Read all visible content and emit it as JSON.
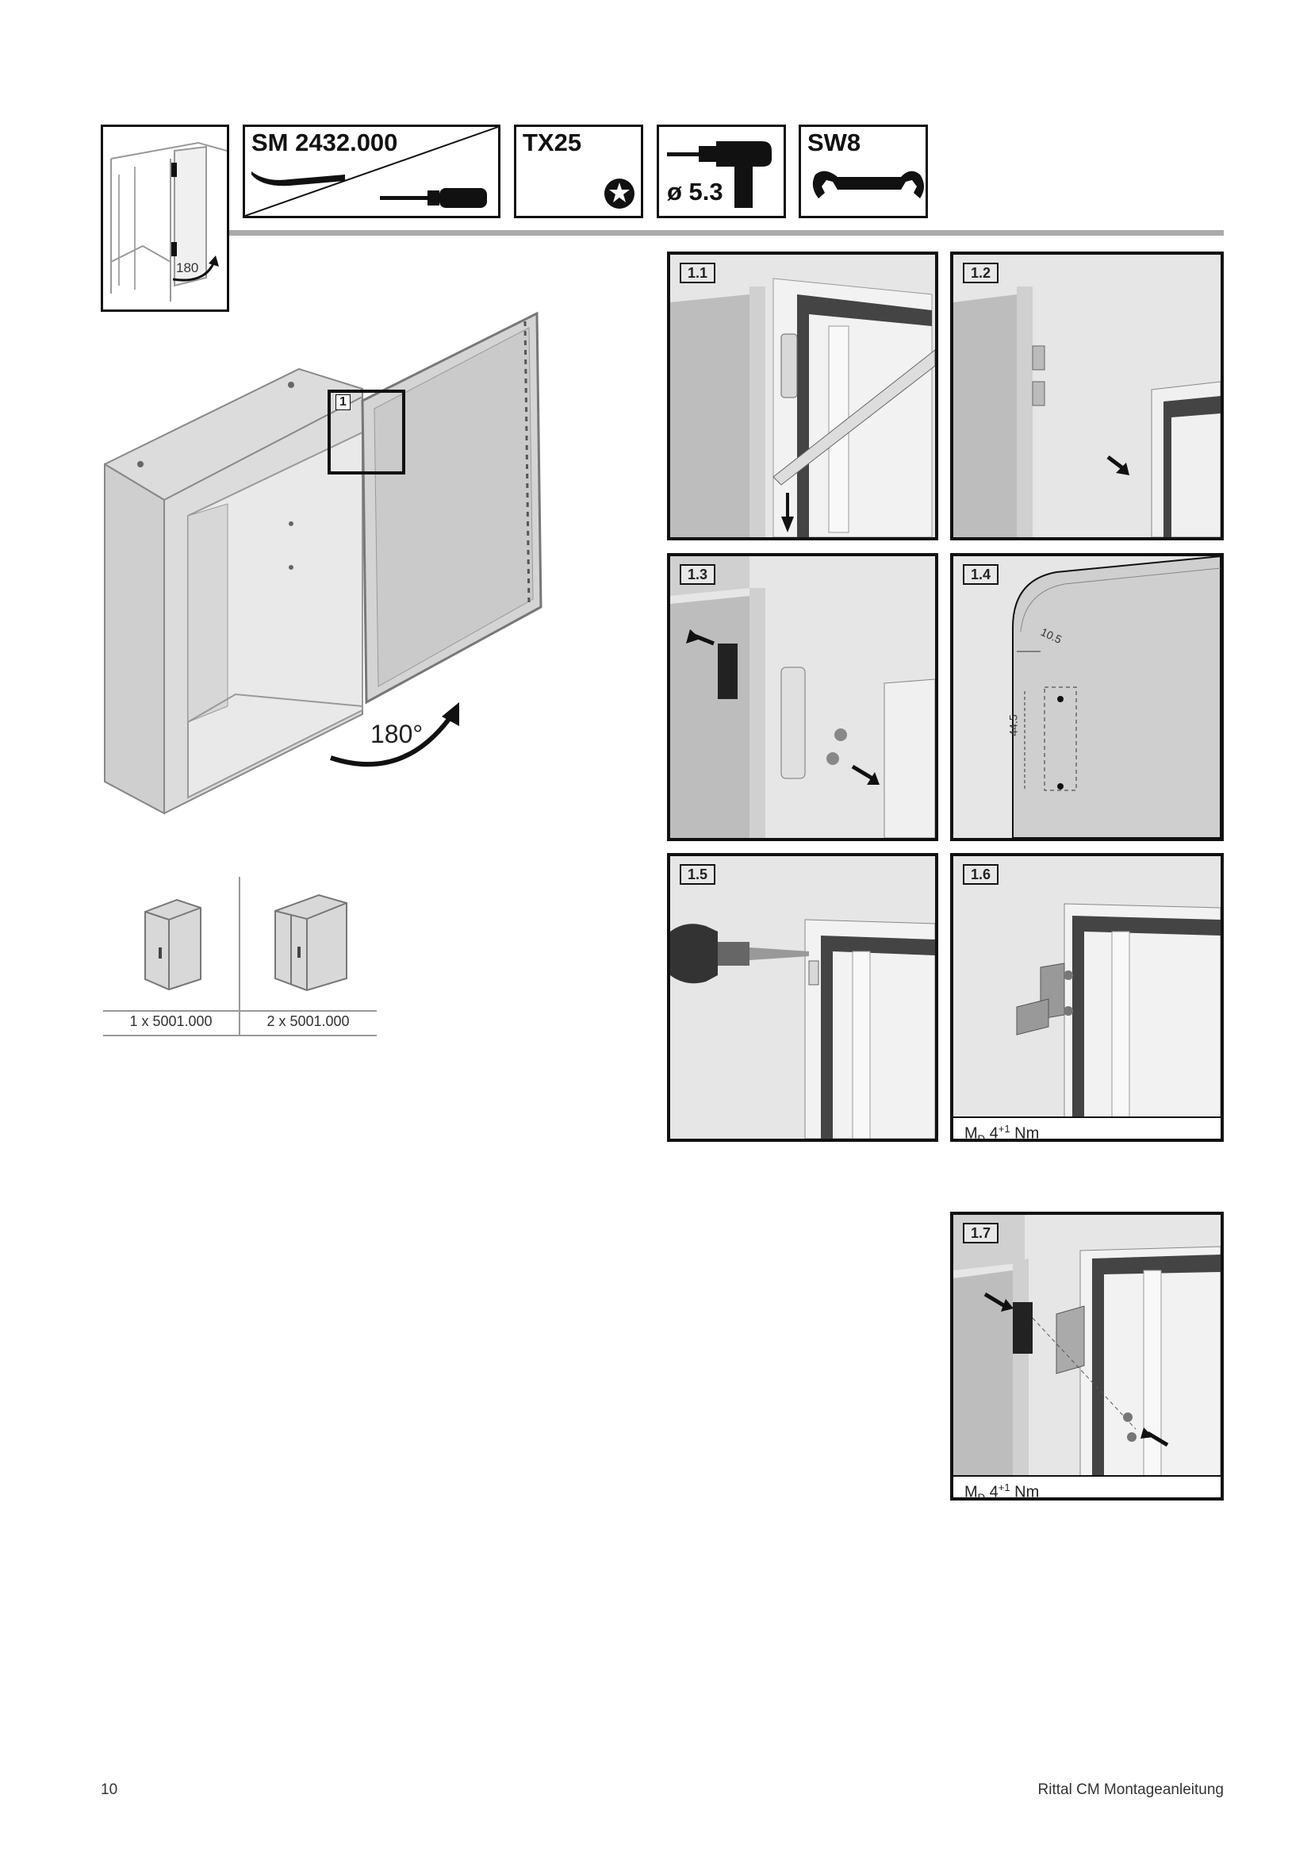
{
  "tools": {
    "torx": "TX25",
    "drill_diameter": "ø 5.3",
    "wrench": "SW8",
    "part_number": "SM 2432.000"
  },
  "overview": {
    "rotation_small": "180",
    "callout": "1",
    "rotation_large": "180°"
  },
  "steps": [
    {
      "label": "1.1"
    },
    {
      "label": "1.2"
    },
    {
      "label": "1.3"
    },
    {
      "label": "1.4",
      "dim_top": "10.5",
      "dim_height": "44.5"
    },
    {
      "label": "1.5"
    },
    {
      "label": "1.6",
      "torque_symbol": "M",
      "torque_sub": "D",
      "torque_value": "4",
      "torque_sup": "+1",
      "torque_unit": "Nm"
    },
    {
      "label": "1.7",
      "torque_symbol": "M",
      "torque_sub": "D",
      "torque_value": "4",
      "torque_sup": "+1",
      "torque_unit": "Nm"
    }
  ],
  "variants": [
    {
      "label": "1 x 5001.000"
    },
    {
      "label": "2 x 5001.000"
    }
  ],
  "footer": {
    "page_number": "10",
    "title": "Rittal CM Montageanleitung"
  }
}
